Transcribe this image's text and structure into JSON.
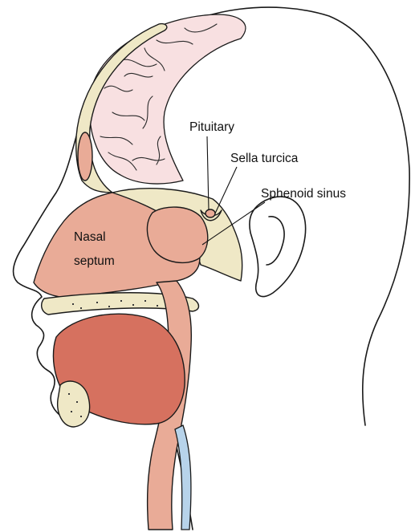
{
  "labels": {
    "pituitary": "Pituitary",
    "sella_turcica": "Sella turcica",
    "sphenoid_sinus": "Sphenoid sinus",
    "nasal_septum_line1": "Nasal",
    "nasal_septum_line2": "septum"
  },
  "colors": {
    "soft_tissue": "#e9ab97",
    "deep_tissue": "#d6715f",
    "bone": "#efe8c6",
    "brain": "#f8e0e1",
    "vessel": "#b7d3ea"
  }
}
